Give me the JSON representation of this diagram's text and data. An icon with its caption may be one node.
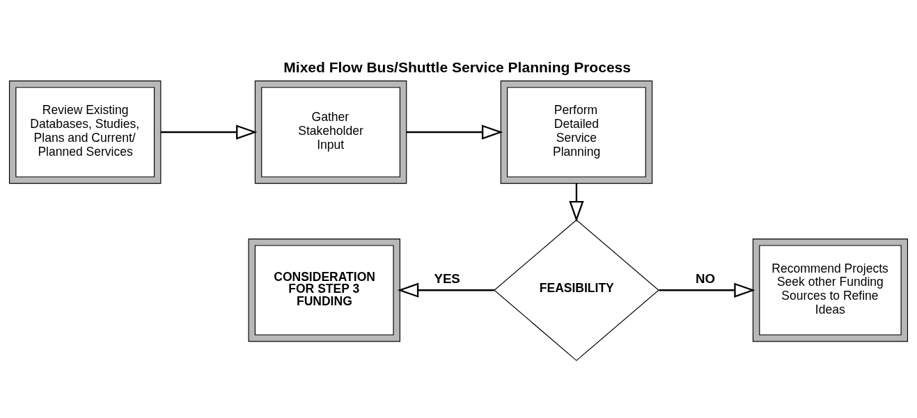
{
  "diagram": {
    "title": "Mixed Flow Bus/Shuttle Service Planning Process",
    "nodes": [
      {
        "text": [
          "Review Existing Databases, Studies, Plans and Current/ Planned Services"
        ]
      },
      {
        "text": [
          "Gather Stakeholder Input"
        ]
      },
      {
        "text": [
          "Perform Detailed Service Planning"
        ]
      },
      {
        "text": [
          "FEASIBILITY"
        ]
      },
      {
        "text": [
          "CONSIDERATION FOR STEP 3 FUNDING"
        ]
      },
      {
        "text": [
          "Recommend Projects Seek other Funding Sources to Refine Ideas"
        ]
      }
    ],
    "edges": [
      {
        "from": 0,
        "to": 1,
        "arrow": "to"
      },
      {
        "from": 1,
        "to": 2,
        "arrow": "to"
      },
      {
        "from": 2,
        "to": 3,
        "arrow": "to"
      },
      {
        "from": 3,
        "to": 4,
        "arrow": "to",
        "label": "YES"
      },
      {
        "from": 3,
        "to": 5,
        "arrow": "to",
        "label": "NO"
      }
    ]
  }
}
